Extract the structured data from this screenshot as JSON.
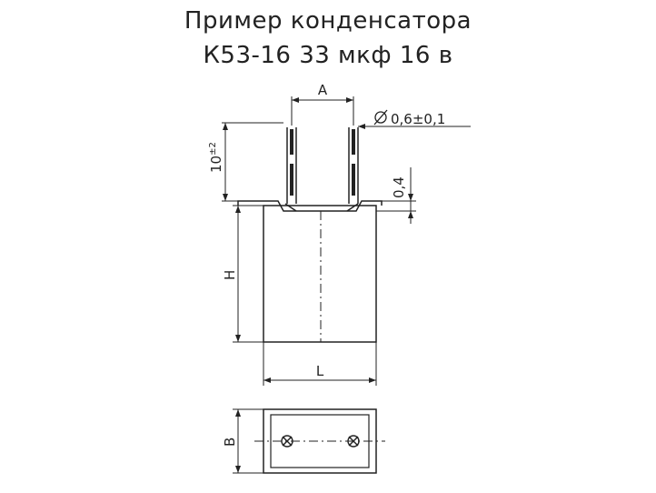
{
  "title": {
    "line1": "Пример конденсатора",
    "line2": "К53-16 33 мкф 16 в"
  },
  "dimensions": {
    "A": "A",
    "lead_diameter": "0,6±0,1",
    "lead_length": "10",
    "lead_length_tol": "±2",
    "gap": "0,4",
    "H": "H",
    "L": "L",
    "B": "B"
  },
  "colors": {
    "ink": "#222222",
    "background": "#ffffff"
  }
}
